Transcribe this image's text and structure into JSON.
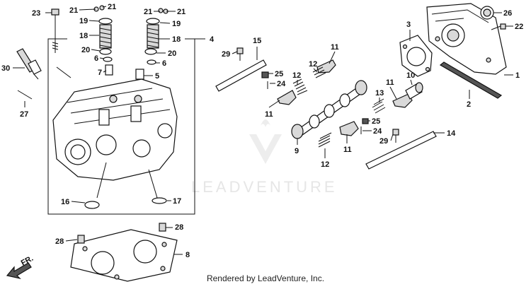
{
  "watermark": "LEADVENTURE",
  "footer": "Rendered by LeadVenture, Inc.",
  "direction_label": "FR.",
  "callouts": {
    "c1": "1",
    "c2": "2",
    "c3": "3",
    "c4": "4",
    "c5": "5",
    "c6a": "6",
    "c6b": "6",
    "c7": "7",
    "c8": "8",
    "c9": "9",
    "c10": "10",
    "c11a": "11",
    "c11b": "11",
    "c11c": "11",
    "c11d": "11",
    "c12a": "12",
    "c12b": "12",
    "c12c": "12",
    "c13": "13",
    "c14": "14",
    "c15": "15",
    "c16": "16",
    "c17": "17",
    "c18a": "18",
    "c18b": "18",
    "c19a": "19",
    "c19b": "19",
    "c20a": "20",
    "c20b": "20",
    "c21a": "21",
    "c21b": "21",
    "c21c": "21",
    "c21d": "21",
    "c22": "22",
    "c23": "23",
    "c24a": "24",
    "c24b": "24",
    "c25a": "25",
    "c25b": "25",
    "c26": "26",
    "c27": "27",
    "c28a": "28",
    "c28b": "28",
    "c29a": "29",
    "c29b": "29",
    "c30": "30"
  }
}
